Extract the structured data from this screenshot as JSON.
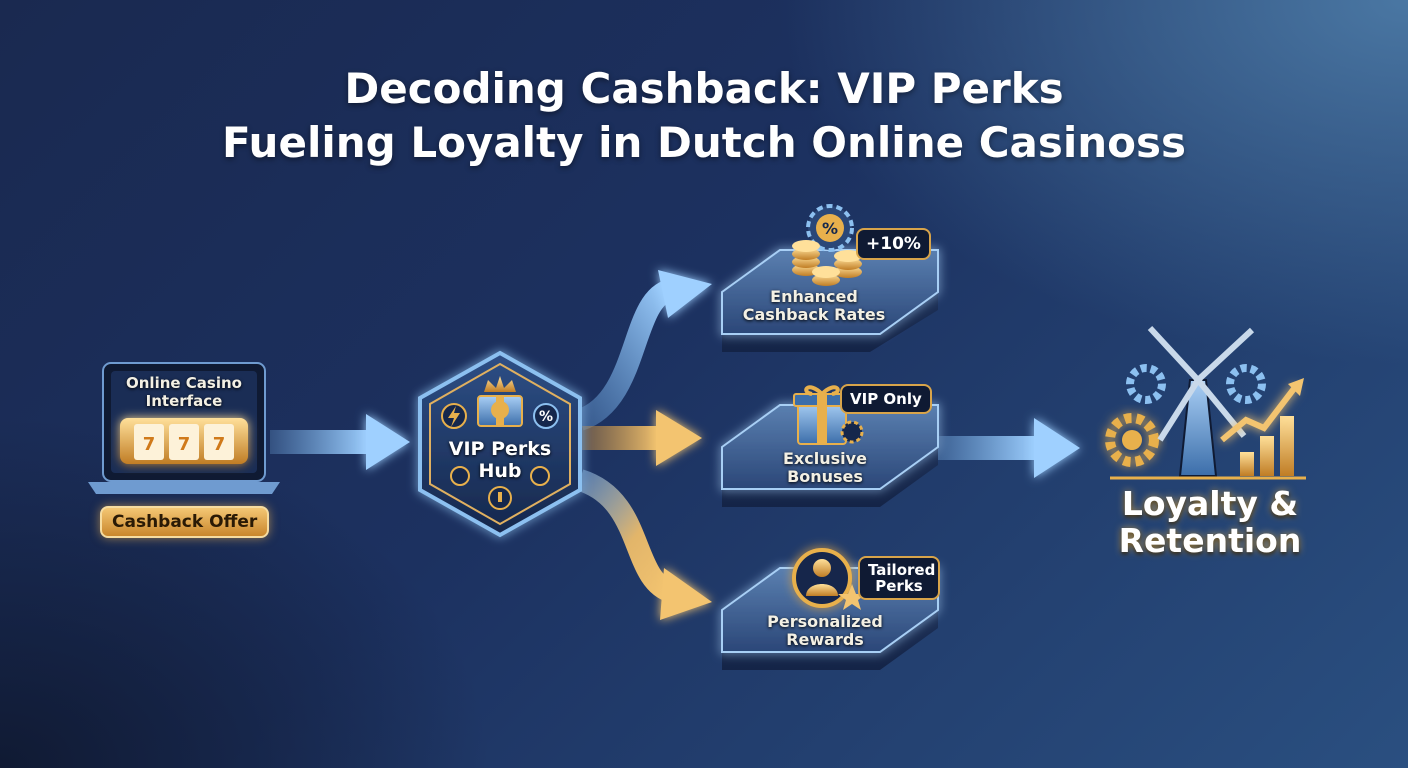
{
  "title": {
    "line1": "Decoding Cashback: VIP Perks",
    "line2": "Fueling Loyalty in Dutch Online Casinoss"
  },
  "source": {
    "screen_label": "Online Casino Interface",
    "badge": "Cashback Offer"
  },
  "hub": {
    "label": "VIP Perks Hub"
  },
  "perks": [
    {
      "label": "Enhanced Cashback Rates",
      "tag": "+10%"
    },
    {
      "label": "Exclusive Bonuses",
      "tag": "VIP Only"
    },
    {
      "label": "Personalized Rewards",
      "tag": "Tailored Perks"
    }
  ],
  "outcome": {
    "label": "Loyalty & Retention"
  },
  "icons": {
    "hub_top": "crown-gift-icon",
    "hub_left": "lightning-icon",
    "hub_right": "percent-icon",
    "perk1": "coins-gear-icon",
    "perk2": "gift-icon",
    "perk3": "user-star-icon",
    "outcome": "windmill-growth-icon"
  },
  "colors": {
    "gold": "#e8b04c",
    "blue": "#6fb0f0",
    "navy": "#142347"
  }
}
